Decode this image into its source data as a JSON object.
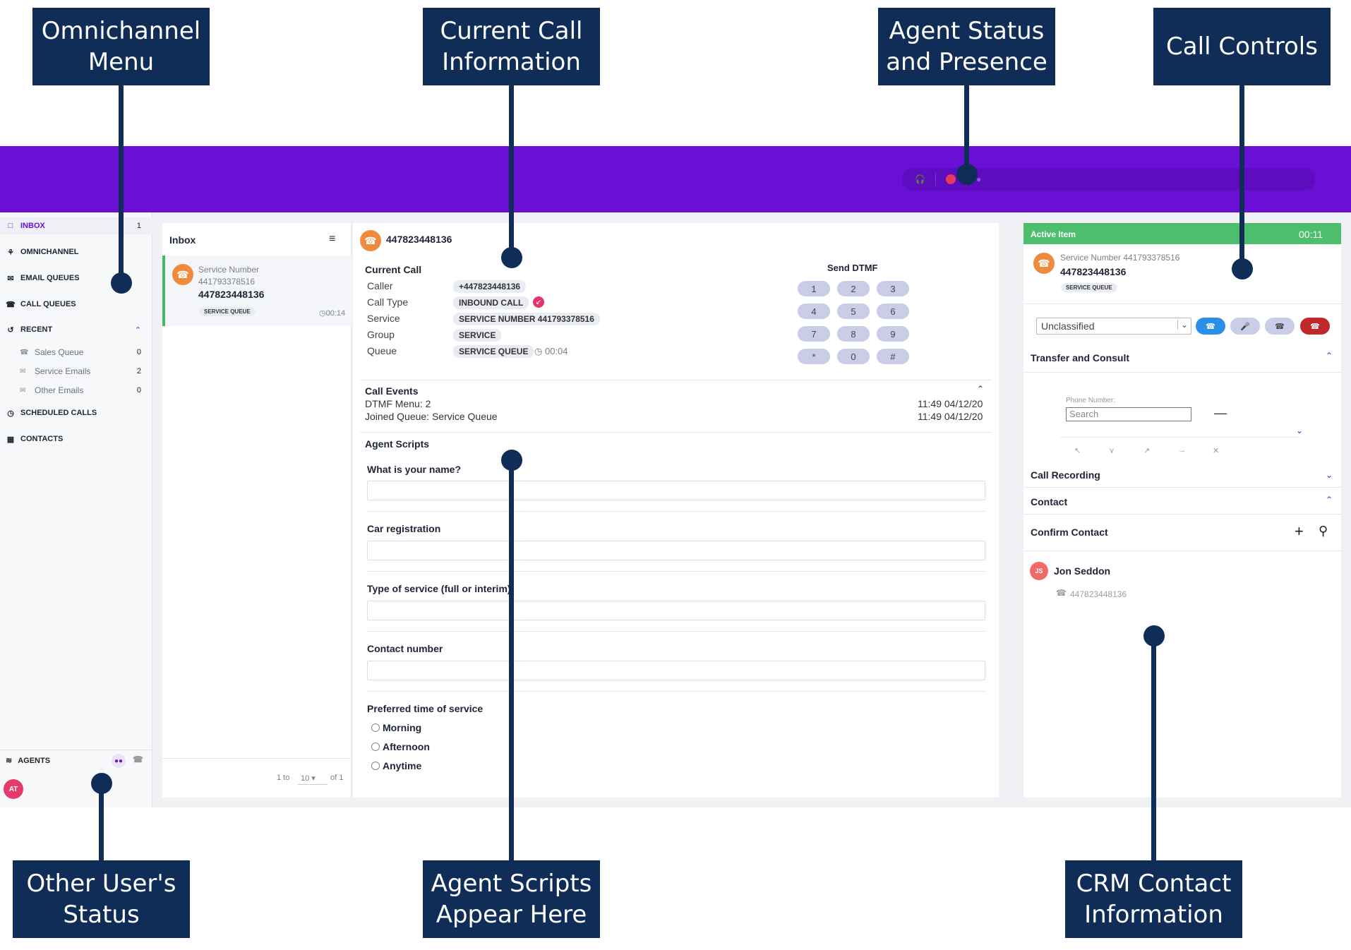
{
  "callouts": {
    "omnichannel_menu": "Omnichannel\nMenu",
    "current_call_info": "Current Call\nInformation",
    "agent_status": "Agent Status\nand Presence",
    "call_controls": "Call Controls",
    "other_users_status": "Other User's\nStatus",
    "agent_scripts": "Agent Scripts\nAppear Here",
    "crm_contact": "CRM Contact\nInformation"
  },
  "colors": {
    "brand_purple": "#6a0fd6",
    "callout_navy": "#0f2d57",
    "active_green": "#4dbd6e",
    "call_orange": "#f08a3c",
    "hangup_red": "#c0282d",
    "answer_blue": "#2a8fe6"
  },
  "nav": {
    "items": [
      {
        "label": "INBOX",
        "icon": "inbox-icon",
        "count": "1"
      },
      {
        "label": "OMNICHANNEL",
        "icon": "omnichannel-icon"
      },
      {
        "label": "EMAIL QUEUES",
        "icon": "envelope-icon"
      },
      {
        "label": "CALL QUEUES",
        "icon": "phone-icon"
      },
      {
        "label": "RECENT",
        "icon": "history-icon"
      }
    ],
    "recent": [
      {
        "label": "Sales Queue",
        "icon": "phone-icon",
        "count": "0"
      },
      {
        "label": "Service Emails",
        "icon": "envelope-icon",
        "count": "2"
      },
      {
        "label": "Other Emails",
        "icon": "envelope-icon",
        "count": "0"
      }
    ],
    "scheduled_calls": "SCHEDULED CALLS",
    "contacts": "CONTACTS",
    "agents": "AGENTS",
    "agent_avatar": "AT"
  },
  "inbox": {
    "title": "Inbox",
    "item": {
      "line1": "Service Number",
      "line2": "441793378516",
      "number": "447823448136",
      "badge": "SERVICE QUEUE",
      "timer": "00:14"
    },
    "pager": {
      "range": "1 to",
      "page_size": "10",
      "of": "of 1"
    }
  },
  "call": {
    "header_number": "447823448136",
    "current_call_title": "Current Call",
    "fields": [
      {
        "label": "Caller",
        "value": "+447823448136"
      },
      {
        "label": "Call Type",
        "value": "INBOUND CALL"
      },
      {
        "label": "Service",
        "value": "SERVICE NUMBER 441793378516"
      },
      {
        "label": "Group",
        "value": "SERVICE"
      },
      {
        "label": "Queue",
        "value": "SERVICE QUEUE"
      }
    ],
    "queue_timer": "00:04",
    "send_dtmf_title": "Send DTMF",
    "dtmf_keys": [
      "1",
      "2",
      "3",
      "4",
      "5",
      "6",
      "7",
      "8",
      "9",
      "*",
      "0",
      "#"
    ],
    "events_title": "Call Events",
    "events": [
      {
        "text": "DTMF Menu: 2",
        "time": "11:49 04/12/20"
      },
      {
        "text": "Joined Queue: Service Queue",
        "time": "11:49 04/12/20"
      }
    ],
    "scripts_title": "Agent Scripts",
    "scripts": [
      "What is your name?",
      "Car registration",
      "Type of service (full or interim)",
      "Contact number"
    ],
    "preferred_title": "Preferred time of service",
    "preferred_options": [
      "Morning",
      "Afternoon",
      "Anytime"
    ]
  },
  "active": {
    "title": "Active Item",
    "timer": "00:11",
    "line1": "Service Number 441793378516",
    "number": "447823448136",
    "badge": "SERVICE QUEUE",
    "classification": "Unclassified",
    "transfer_title": "Transfer and Consult",
    "phone_label": "Phone Number:",
    "phone_placeholder": "Search",
    "call_recording": "Call Recording",
    "contact": "Contact",
    "confirm_contact": "Confirm Contact",
    "contact_initials": "JS",
    "contact_name": "Jon Seddon",
    "contact_phone": "447823448136"
  }
}
